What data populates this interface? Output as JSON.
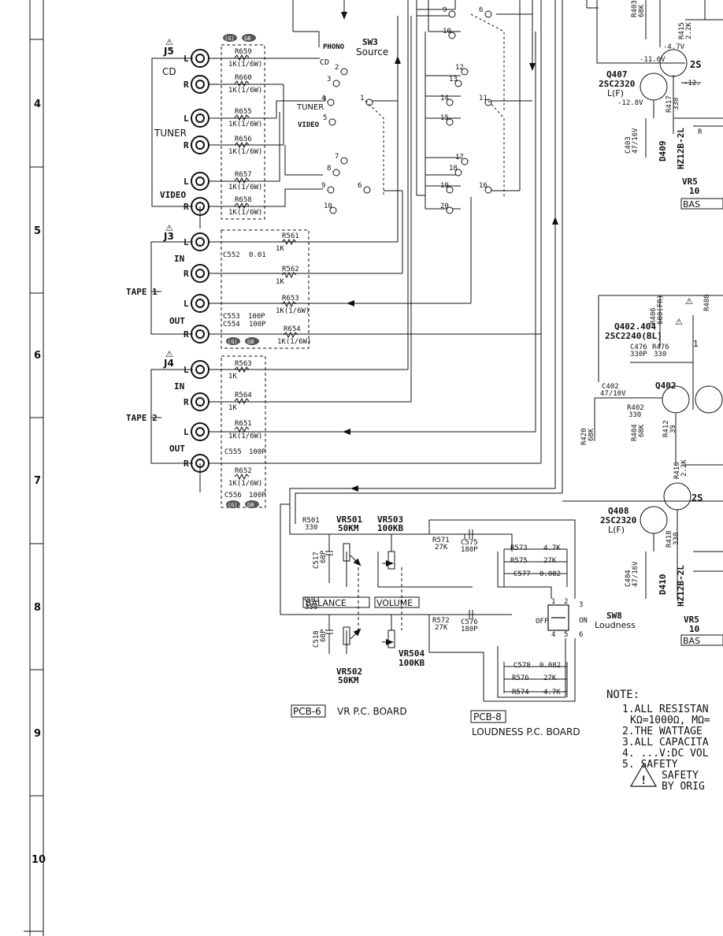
{
  "margin_numbers": [
    "4",
    "5",
    "6",
    "7",
    "8",
    "9",
    "10"
  ],
  "jacks": {
    "j5": {
      "ref": "J5",
      "labels": [
        "CD",
        "TUNER",
        "VIDEO"
      ]
    },
    "j3": {
      "ref": "J3",
      "group": "TAPE 1",
      "in": "IN",
      "out": "OUT"
    },
    "j4": {
      "ref": "J4",
      "group": "TAPE 2",
      "in": "IN",
      "out": "OUT"
    },
    "l": "L",
    "r": "R"
  },
  "badges": {
    "g": "(G)",
    "gb": "GB"
  },
  "resistors": [
    {
      "ref": "R659",
      "val": "1K(1/6W)"
    },
    {
      "ref": "R660",
      "val": "1K(1/6W)"
    },
    {
      "ref": "R655",
      "val": "1K(1/6W)"
    },
    {
      "ref": "R656",
      "val": "1K(1/6W)"
    },
    {
      "ref": "R657",
      "val": "1K(1/6W)"
    },
    {
      "ref": "R658",
      "val": "1K(1/6W)"
    },
    {
      "ref": "R561",
      "val": "1K"
    },
    {
      "ref": "R562",
      "val": "1K"
    },
    {
      "ref": "R653",
      "val": "1K(1/6W)"
    },
    {
      "ref": "R654",
      "val": "1K(1/6W)"
    },
    {
      "ref": "R563",
      "val": "1K"
    },
    {
      "ref": "R564",
      "val": "1K"
    },
    {
      "ref": "R651",
      "val": "1K(1/6W)"
    },
    {
      "ref": "R652",
      "val": "1K(1/6W)"
    }
  ],
  "caps_in": [
    {
      "ref": "C552",
      "val": "0.01"
    },
    {
      "ref": "C553",
      "val": "100P"
    },
    {
      "ref": "C554",
      "val": "100P"
    },
    {
      "ref": "C555",
      "val": "100P"
    },
    {
      "ref": "C556",
      "val": "100P"
    }
  ],
  "sw3": {
    "ref": "SW3",
    "name": "Source",
    "phono": "PHONO",
    "cd": "CD",
    "tuner": "TUNER",
    "video": "VIDEO",
    "contacts": [
      "1",
      "2",
      "3",
      "4",
      "5",
      "6",
      "7",
      "8",
      "9",
      "10",
      "9",
      "10",
      "11",
      "12",
      "13",
      "14",
      "15",
      "16",
      "17",
      "18",
      "19",
      "20",
      "6"
    ]
  },
  "vr_board": {
    "r501": {
      "ref": "R501",
      "val": "330"
    },
    "r502": {
      "ref": "R502",
      "val": "330"
    },
    "vr501": {
      "ref": "VR501",
      "val": "50KM"
    },
    "vr502": {
      "ref": "VR502",
      "val": "50KM"
    },
    "vr503": {
      "ref": "VR503",
      "val": "100KB"
    },
    "vr504": {
      "ref": "VR504",
      "val": "100KB"
    },
    "c517": {
      "ref": "C517",
      "val": "68P"
    },
    "c518": {
      "ref": "C518",
      "val": "68P"
    },
    "balance": "BALANCE",
    "volume": "VOLUME",
    "pcb_tag": "PCB-6",
    "pcb_name": "VR P.C. BOARD"
  },
  "loudness_board": {
    "r571": {
      "ref": "R571",
      "val": "27K"
    },
    "r572": {
      "ref": "R572",
      "val": "27K"
    },
    "c575": {
      "ref": "C575",
      "val": "180P"
    },
    "c576": {
      "ref": "C576",
      "val": "180P"
    },
    "r573": {
      "ref": "R573",
      "val": "4.7K"
    },
    "r575": {
      "ref": "R575",
      "val": "27K"
    },
    "c577": {
      "ref": "C577",
      "val": "0.082"
    },
    "c578": {
      "ref": "C578",
      "val": "0.082"
    },
    "r576": {
      "ref": "R576",
      "val": "27K"
    },
    "r574": {
      "ref": "R574",
      "val": "4.7K"
    },
    "sw8": {
      "ref": "SW8",
      "name": "Loudness",
      "off": "OFF",
      "on": "ON",
      "pins": [
        "1",
        "2",
        "3",
        "4",
        "5",
        "6"
      ]
    },
    "pcb_tag": "PCB-8",
    "pcb_name": "LOUDNESS P.C. BOARD"
  },
  "right_circuit": {
    "r403": {
      "ref": "R403",
      "val": "68K"
    },
    "r415": {
      "ref": "R415",
      "val": "2.2K"
    },
    "v1": "-4.7V",
    "v2": "-11.6V",
    "v3": "-12.",
    "v4": "-12.8V",
    "q407": {
      "ref": "Q407",
      "part": "2SC2320",
      "grade": "L(F)"
    },
    "q_top_partial": "2S",
    "r417": {
      "ref": "R417",
      "val": "330"
    },
    "c403": {
      "ref": "C403",
      "val": "47/16V"
    },
    "d409": {
      "ref": "D409",
      "part": "HZ12B-2L"
    },
    "vr5_top": "VR5",
    "vr5_top_val": "10",
    "bas_top": "BAS",
    "r406": {
      "ref": "R406",
      "val": "680(FR)"
    },
    "r408_partial": "R408",
    "q402": {
      "ref": "Q402.404",
      "part": "2SC2240(BL)",
      "short": "Q402"
    },
    "c476": {
      "ref": "C476",
      "val": "330P"
    },
    "r476": {
      "ref": "R476",
      "val": "330"
    },
    "c402": {
      "ref": "C402",
      "val": "47/10V"
    },
    "r402": {
      "ref": "R402",
      "val": "330"
    },
    "r420": {
      "ref": "R420",
      "val": "68K"
    },
    "r404": {
      "ref": "R404",
      "val": "68K"
    },
    "r412": {
      "ref": "R412",
      "val": "39"
    },
    "r416": {
      "ref": "R416",
      "val": "2.2K"
    },
    "q408": {
      "ref": "Q408",
      "part": "2SC2320",
      "grade": "L(F)"
    },
    "r418": {
      "ref": "R418",
      "val": "330"
    },
    "c404": {
      "ref": "C404",
      "val": "47/16V"
    },
    "d410": {
      "ref": "D410",
      "part": "HZ12B-2L"
    },
    "vr5_bot": "VR5",
    "vr5_bot_val": "10",
    "bas_bot": "BAS",
    "misc_1": "1",
    "misc_2": "2S",
    "misc_r4": "R"
  },
  "notes": {
    "title": "NOTE:",
    "lines": [
      "1.ALL RESISTAN",
      "KΩ=1000Ω, MΩ=",
      "2.THE WATTAGE",
      "3.ALL CAPACITA",
      "4. ...V:DC VOL",
      "5.     SAFETY",
      "SAFETY",
      "BY ORIG"
    ]
  }
}
